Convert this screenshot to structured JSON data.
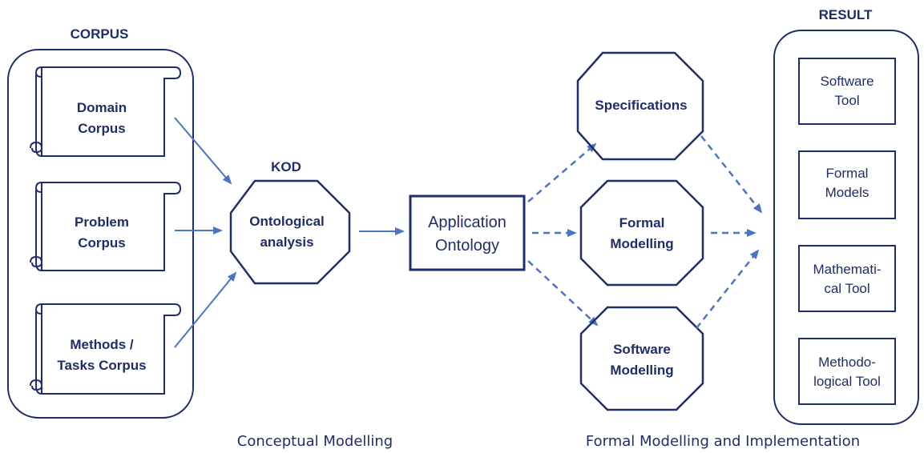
{
  "colors": {
    "navy": "#1f2d6b",
    "arrow_blue": "#4a74c4",
    "background": "#ffffff"
  },
  "corpus": {
    "title": "CORPUS",
    "items": [
      {
        "line1": "Domain",
        "line2": "Corpus"
      },
      {
        "line1": "Problem",
        "line2": "Corpus"
      },
      {
        "line1": "Methods /",
        "line2": "Tasks Corpus"
      }
    ]
  },
  "kod": {
    "title": "KOD",
    "line1": "Ontological",
    "line2": "analysis"
  },
  "application_ontology": {
    "line1": "Application",
    "line2": "Ontology"
  },
  "modelling": {
    "specifications": {
      "line1": "Specifications"
    },
    "formal": {
      "line1": "Formal",
      "line2": "Modelling"
    },
    "software": {
      "line1": "Software",
      "line2": "Modelling"
    }
  },
  "result": {
    "title": "RESULT",
    "items": [
      {
        "line1": "Software",
        "line2": "Tool"
      },
      {
        "line1": "Formal",
        "line2": "Models"
      },
      {
        "line1": "Mathemati-",
        "line2": "cal Tool"
      },
      {
        "line1": "Methodo-",
        "line2": "logical Tool"
      }
    ]
  },
  "captions": {
    "left": "Conceptual Modelling",
    "right": "Formal Modelling and Implementation"
  }
}
